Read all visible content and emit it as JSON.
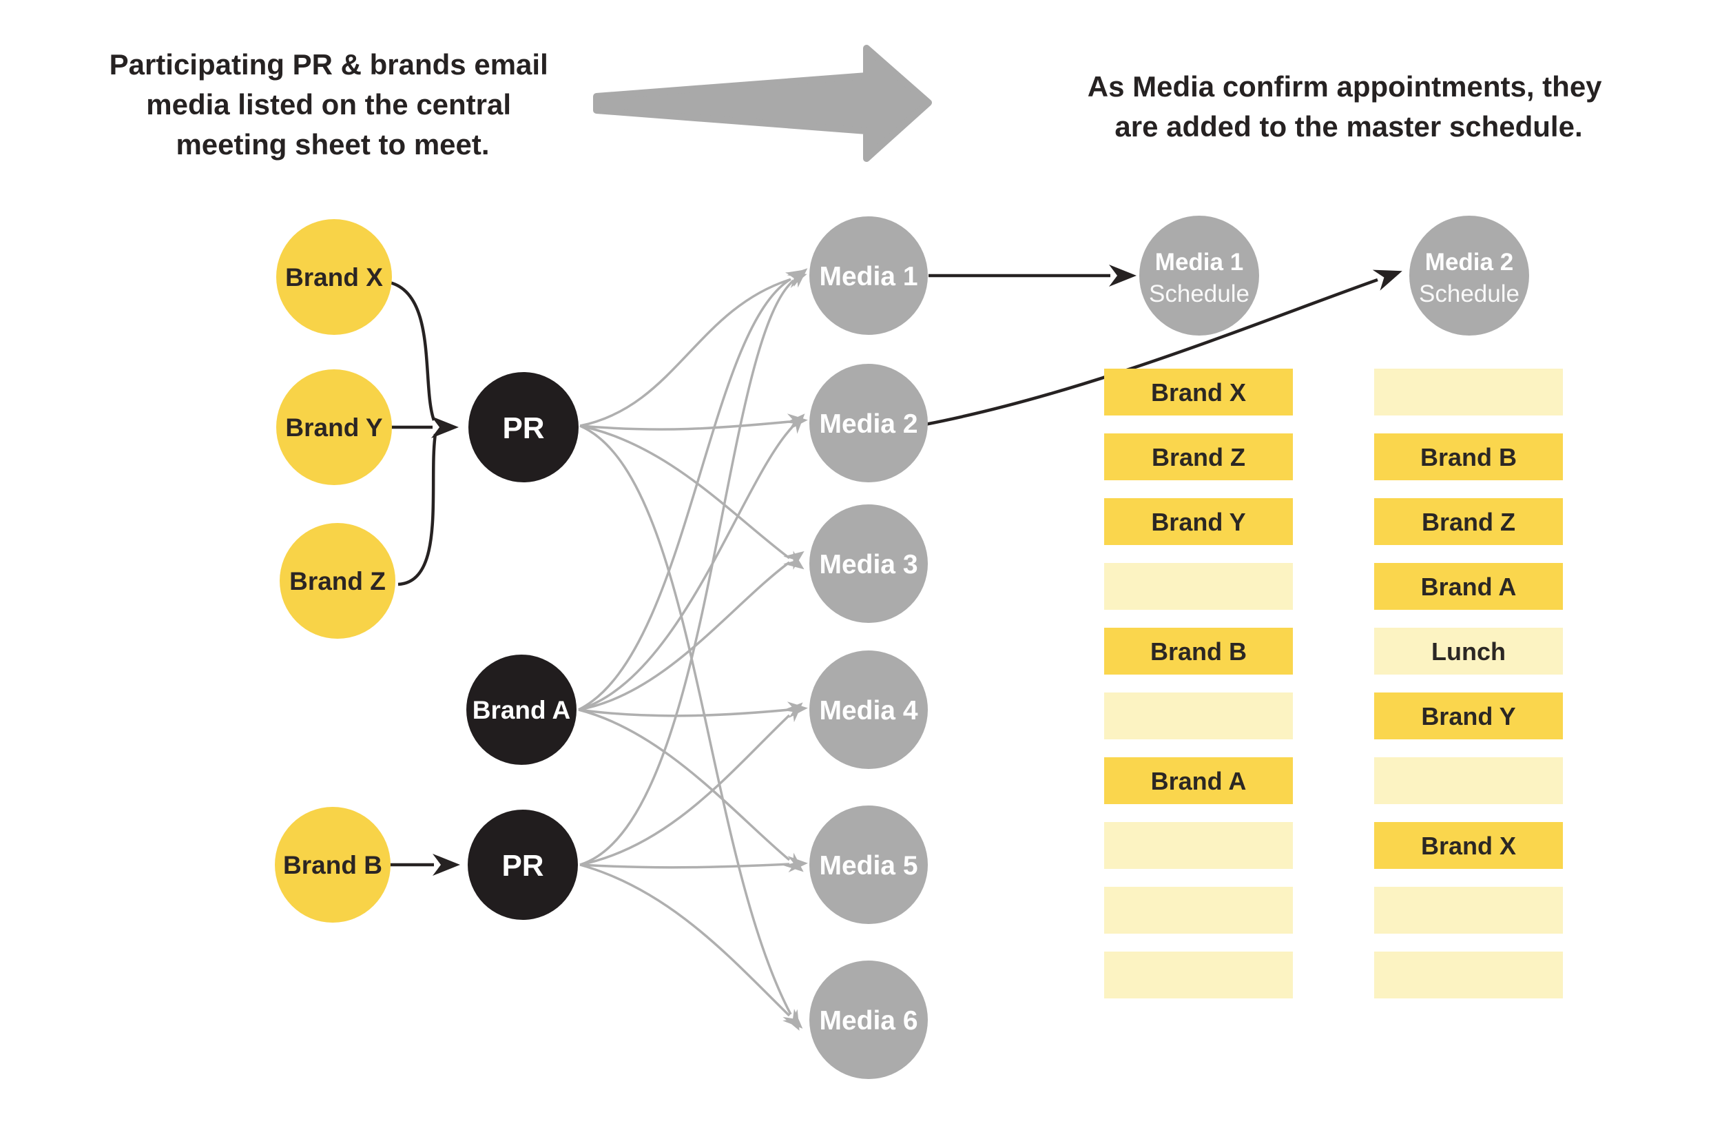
{
  "colors": {
    "yellow": "#F8D348",
    "box_filled": "#FAD64D",
    "box_empty": "#FCF3C2",
    "gray": "#ABABAB",
    "line_gray": "#AFAFAF",
    "black": "#211D1E",
    "ink": "#262222"
  },
  "annotations": {
    "left_lines": [
      "Participating PR & brands email",
      "media listed on the central",
      "meeting sheet to meet."
    ],
    "right_lines": [
      "As Media confirm appointments, they",
      "are added to the master schedule."
    ]
  },
  "nodes": {
    "brand_x": "Brand X",
    "brand_y": "Brand Y",
    "brand_z": "Brand Z",
    "brand_b": "Brand B",
    "brand_a": "Brand A",
    "pr1": "PR",
    "pr2": "PR",
    "media": [
      "Media 1",
      "Media 2",
      "Media 3",
      "Media 4",
      "Media 5",
      "Media 6"
    ]
  },
  "schedules": [
    {
      "title_line1": "Media 1",
      "title_line2": "Schedule",
      "rows": [
        {
          "label": "Brand X",
          "filled": true
        },
        {
          "label": "Brand Z",
          "filled": true
        },
        {
          "label": "Brand Y",
          "filled": true
        },
        {
          "label": "",
          "filled": false
        },
        {
          "label": "Brand B",
          "filled": true
        },
        {
          "label": "",
          "filled": false
        },
        {
          "label": "Brand A",
          "filled": true
        },
        {
          "label": "",
          "filled": false
        },
        {
          "label": "",
          "filled": false
        },
        {
          "label": "",
          "filled": false
        }
      ]
    },
    {
      "title_line1": "Media 2",
      "title_line2": "Schedule",
      "rows": [
        {
          "label": "",
          "filled": false
        },
        {
          "label": "Brand B",
          "filled": true
        },
        {
          "label": "Brand Z",
          "filled": true
        },
        {
          "label": "Brand A",
          "filled": true
        },
        {
          "label": "Lunch",
          "filled": false
        },
        {
          "label": "Brand Y",
          "filled": true
        },
        {
          "label": "",
          "filled": false
        },
        {
          "label": "Brand X",
          "filled": true
        },
        {
          "label": "",
          "filled": false
        },
        {
          "label": "",
          "filled": false
        }
      ]
    }
  ]
}
